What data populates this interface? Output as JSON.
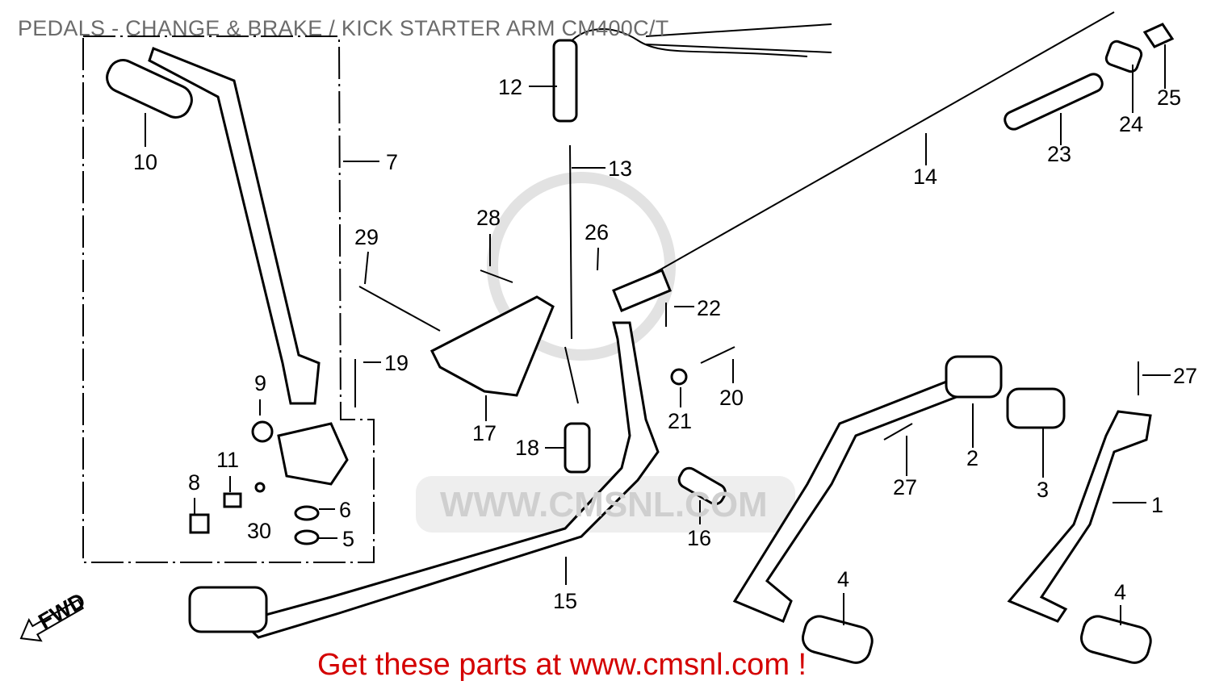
{
  "title": "PEDALS - CHANGE & BRAKE /  KICK STARTER ARM CM400C/T",
  "footer": "Get these parts at www.cmsnl.com !",
  "watermark": "WWW.CMSNL.COM",
  "fwd_label": "FWD",
  "colors": {
    "title": "#6b6b6b",
    "footer": "#d40000",
    "ink": "#000000",
    "watermark": "#dcdcdc"
  },
  "callouts": [
    "10",
    "7",
    "12",
    "13",
    "14",
    "23",
    "24",
    "25",
    "28",
    "29",
    "26",
    "22",
    "19",
    "9",
    "17",
    "18",
    "21",
    "20",
    "2",
    "3",
    "27",
    "27",
    "1",
    "11",
    "8",
    "6",
    "30",
    "5",
    "16",
    "15",
    "4",
    "4"
  ]
}
